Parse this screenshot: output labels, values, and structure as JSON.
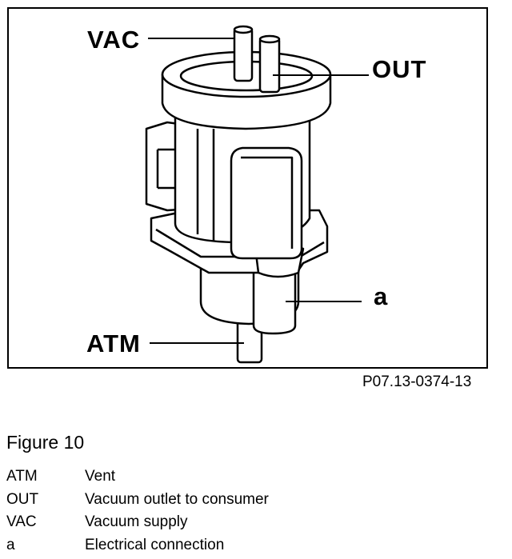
{
  "figure": {
    "callouts": {
      "vac": "VAC",
      "out": "OUT",
      "a": "a",
      "atm": "ATM"
    },
    "code": "P07.13-0374-13",
    "title": "Figure 10"
  },
  "legend": [
    {
      "key": "ATM",
      "desc": "Vent"
    },
    {
      "key": "OUT",
      "desc": "Vacuum outlet to consumer"
    },
    {
      "key": "VAC",
      "desc": "Vacuum supply"
    },
    {
      "key": "a",
      "desc": "Electrical connection"
    }
  ]
}
